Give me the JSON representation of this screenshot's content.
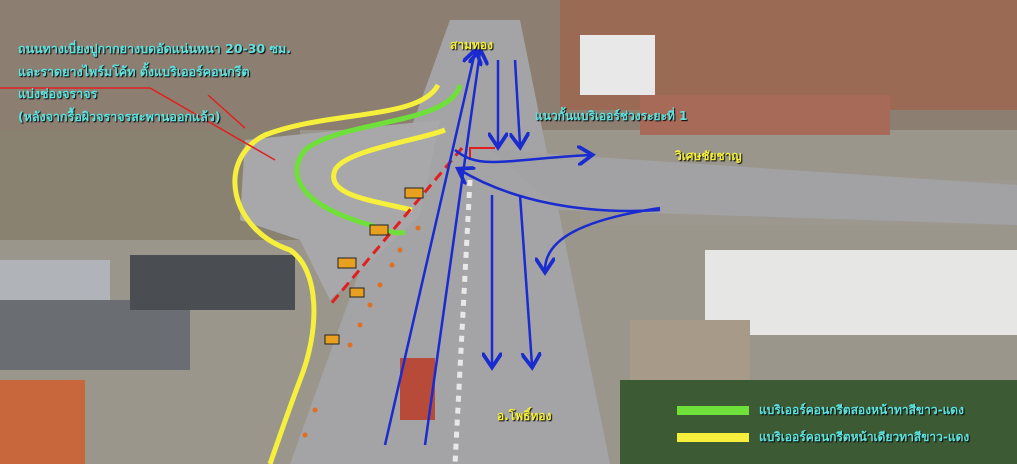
{
  "note": {
    "lines": [
      "ถนนทางเบี่ยงปูกากยางบดอัดแน่นหนา 20-30 ซม.",
      "และราดยางไพร์มโค้ท ตั้งแบริเออร์คอนกรีต",
      "แบ่งช่องจราจร",
      "(หลังจากรื้อผิวจราจรสะพานออกแล้ว)"
    ]
  },
  "places": {
    "north": "สามทอง",
    "east": "วิเศษชัยชาญ",
    "south": "อ.โพธิ์ทอง"
  },
  "barrier_label": "แนวกั้นแบริเออร์ช่วงระยะที่ 1",
  "legend": [
    {
      "label": "แบริเออร์คอนกรีตสองหน้าทาสีขาว-แดง",
      "color": "#6fe03a"
    },
    {
      "label": "แบริเออร์คอนกรีตหน้าเดียวทาสีขาว-แดง",
      "color": "#f6f03c"
    }
  ],
  "colors": {
    "arrow": "#1a2bd0",
    "barrier_line": "#e02020",
    "note_text": "#5fe3e0",
    "place_text": "#f4f03a"
  }
}
